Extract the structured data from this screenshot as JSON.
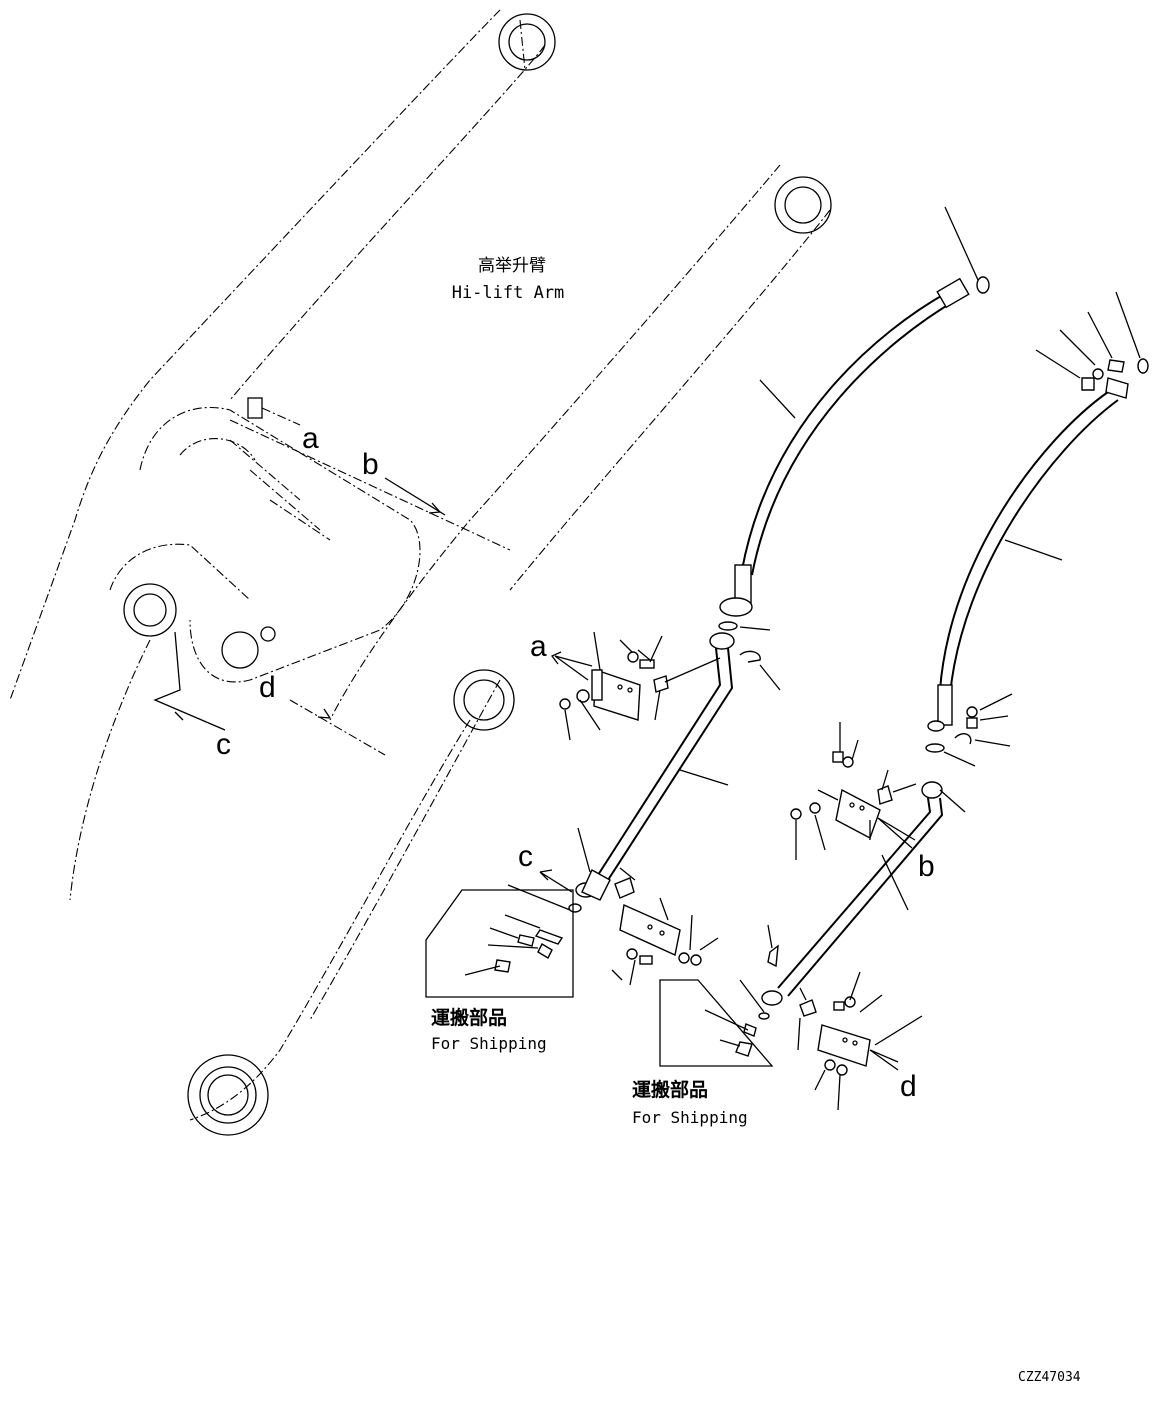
{
  "arm_label": {
    "chinese": "高举升臂",
    "english": "Hi-lift Arm"
  },
  "callouts": {
    "a": "a",
    "b": "b",
    "c": "c",
    "d": "d"
  },
  "shipping_left": {
    "chinese": "運搬部品",
    "english": "For Shipping"
  },
  "shipping_right": {
    "chinese": "運搬部品",
    "english": "For Shipping"
  },
  "drawing_code": "CZZ47034"
}
